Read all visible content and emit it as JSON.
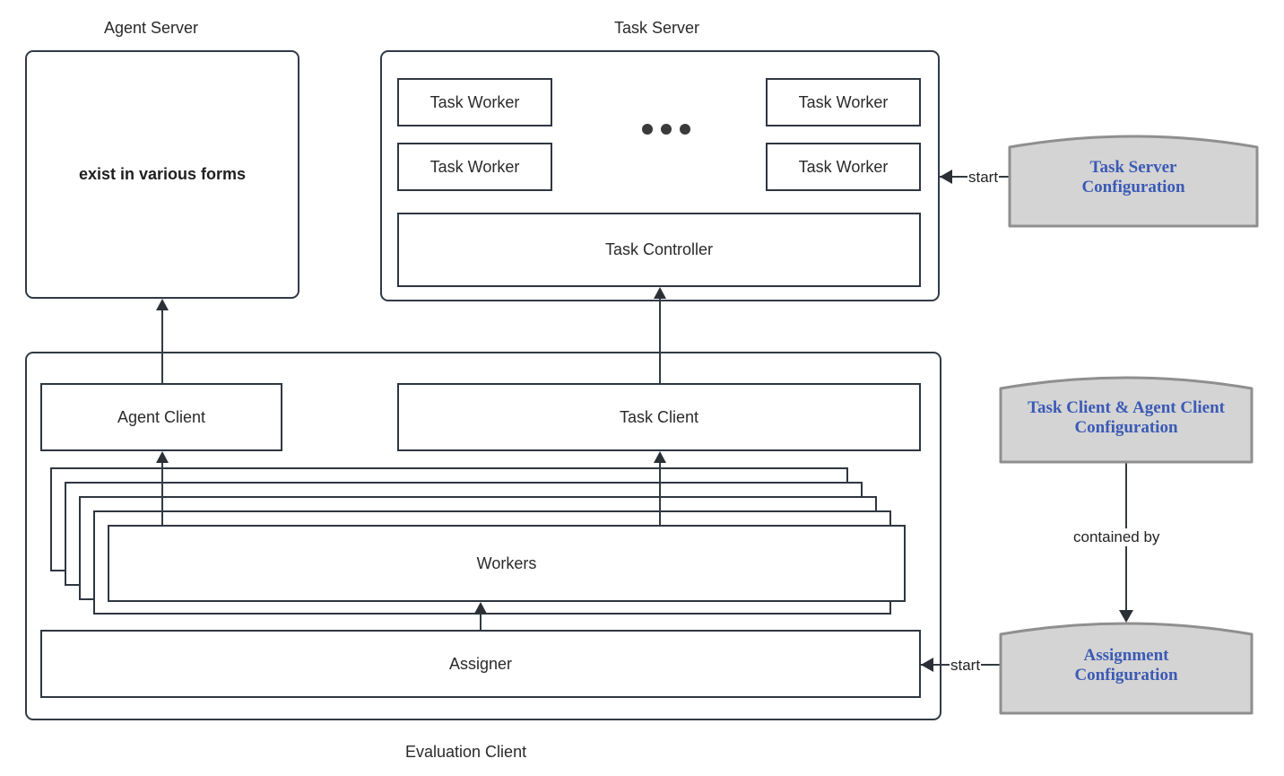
{
  "diagram": {
    "title_agent_server": "Agent Server",
    "title_task_server": "Task Server",
    "title_evaluation_client": "Evaluation Client"
  },
  "agent_server": {
    "label": "Agent Server",
    "inner_text": "exist in various forms"
  },
  "task_server": {
    "label": "Task Server",
    "workers": [
      {
        "label": "Task Worker"
      },
      {
        "label": "Task Worker"
      },
      {
        "label": "Task Worker"
      },
      {
        "label": "Task Worker"
      }
    ],
    "ellipsis": "•••",
    "controller": {
      "label": "Task Controller"
    }
  },
  "evaluation_client": {
    "label": "Evaluation Client",
    "agent_client": {
      "label": "Agent Client"
    },
    "task_client": {
      "label": "Task Client"
    },
    "workers_stack": {
      "label": "Workers",
      "count": 5
    },
    "assigner": {
      "label": "Assigner"
    }
  },
  "configurations": [
    {
      "id": "task-server-configuration",
      "line1": "Task Server",
      "line2": "Configuration",
      "fill": "#d4d4d4",
      "stroke": "#8f8f8f",
      "text_color": "#3b5ab5"
    },
    {
      "id": "task-client-agent-client-configuration",
      "line1": "Task Client & Agent Client",
      "line2": "Configuration",
      "fill": "#d4d4d4",
      "stroke": "#8f8f8f",
      "text_color": "#3b5ab5"
    },
    {
      "id": "assignment-configuration",
      "line1": "Assignment",
      "line2": "Configuration",
      "fill": "#d4d4d4",
      "stroke": "#8f8f8f",
      "text_color": "#3b5ab5"
    }
  ],
  "edges": {
    "start_task_server": "start",
    "start_assigner": "start",
    "contained_by": "contained by"
  },
  "colors": {
    "box_stroke": "#2f3640",
    "container_stroke": "#313a46",
    "arrow": "#2b2f36",
    "config_fill": "#d4d4d4",
    "config_stroke": "#8f8f8f",
    "config_text": "#3b5ab5",
    "text": "#2a2a2a",
    "background": "#ffffff"
  }
}
